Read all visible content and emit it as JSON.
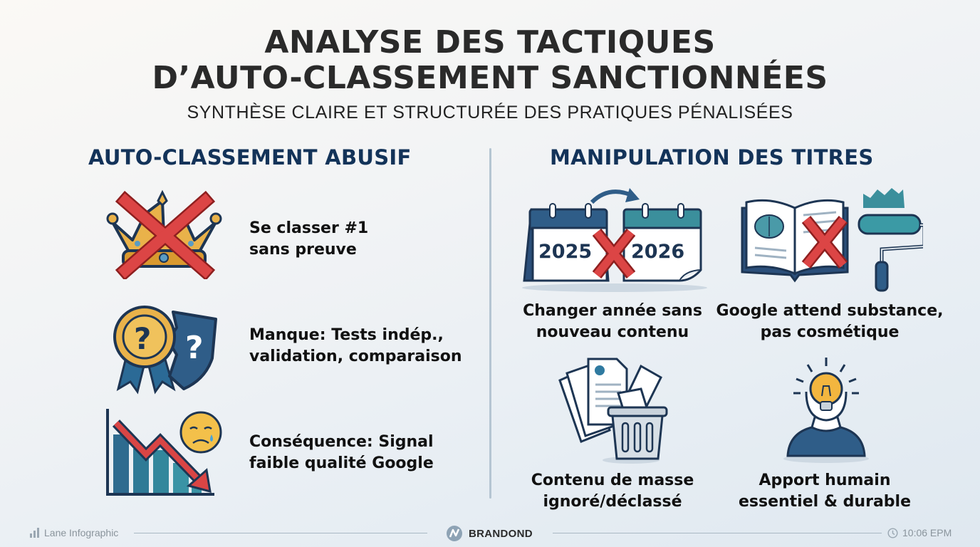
{
  "header": {
    "title_line1": "ANALYSE DES TACTIQUES",
    "title_line2": "D’AUTO-CLASSEMENT SANCTIONNÉES",
    "subtitle": "SYNTHÈSE CLAIRE ET STRUCTURÉE DES PRATIQUES PÉNALISÉES"
  },
  "left_section": {
    "title": "AUTO-CLASSEMENT ABUSIF",
    "items": [
      {
        "icon": "crossed-crown-icon",
        "line1": "Se classer #1",
        "line2": "sans preuve"
      },
      {
        "icon": "broken-badge-shield-icon",
        "line1": "Manque: Tests indép.,",
        "line2": "validation, comparaison"
      },
      {
        "icon": "declining-chart-sad-face-icon",
        "line1": "Conséquence: Signal",
        "line2": "faible qualité Google"
      }
    ]
  },
  "right_section": {
    "title": "MANIPULATION DES TITRES",
    "items": [
      {
        "icon": "calendar-year-change-icon",
        "year_old": "2025",
        "year_new": "2026",
        "line1": "Changer année sans",
        "line2": "nouveau contenu"
      },
      {
        "icon": "book-paint-roller-icon",
        "line1": "Google attend substance,",
        "line2": "pas cosmétique"
      },
      {
        "icon": "documents-trash-icon",
        "line1": "Contenu de masse",
        "line2": "ignoré/déclassé"
      },
      {
        "icon": "person-lightbulb-icon",
        "line1": "Apport humain",
        "line2": "essentiel & durable"
      }
    ]
  },
  "footer": {
    "left_label": "Lane Infographic",
    "brand": "BRANDOND",
    "time": "10:06 EPM"
  },
  "colors": {
    "heading_navy": "#133359",
    "title_dark": "#2a2a2a",
    "cross_red": "#d9403f",
    "gold": "#e9b24a",
    "teal": "#3d8fa0",
    "divider": "#b5c5d2"
  }
}
